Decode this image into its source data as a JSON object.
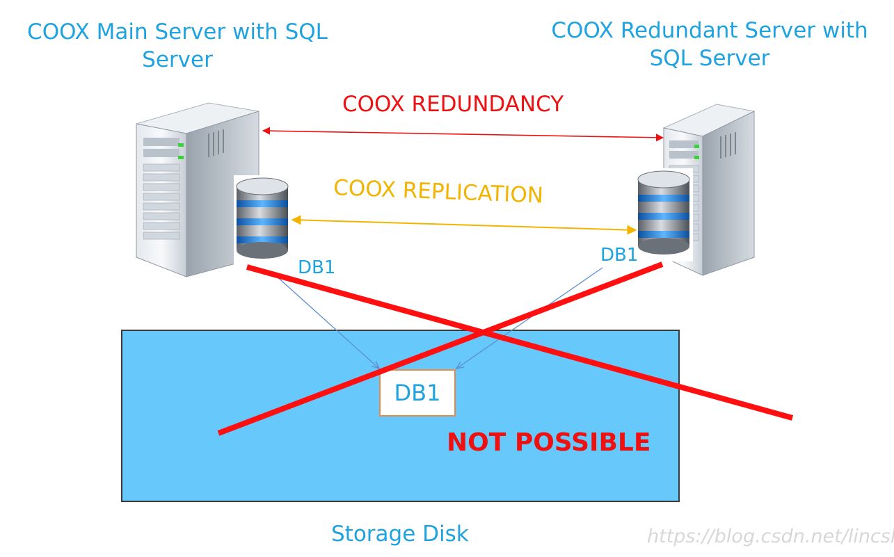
{
  "main_server": {
    "title": "COOX Main Server with SQL Server",
    "db_label": "DB1"
  },
  "redundant_server": {
    "title": "COOX Redundant Server with SQL Server",
    "db_label": "DB1"
  },
  "links": {
    "redundancy": {
      "label": "COOX REDUNDANCY",
      "color": "#ee1111"
    },
    "replication": {
      "label": "COOX REPLICATION",
      "color": "#f2b400"
    }
  },
  "storage": {
    "label": "Storage Disk",
    "db_label": "DB1",
    "fill": "#66c8fb"
  },
  "verdict": {
    "label": "NOT POSSIBLE",
    "color": "#ee1111"
  },
  "watermark": "https://blog.csdn.net/lincshao",
  "icons": [
    "server-tower-icon",
    "database-icon"
  ]
}
